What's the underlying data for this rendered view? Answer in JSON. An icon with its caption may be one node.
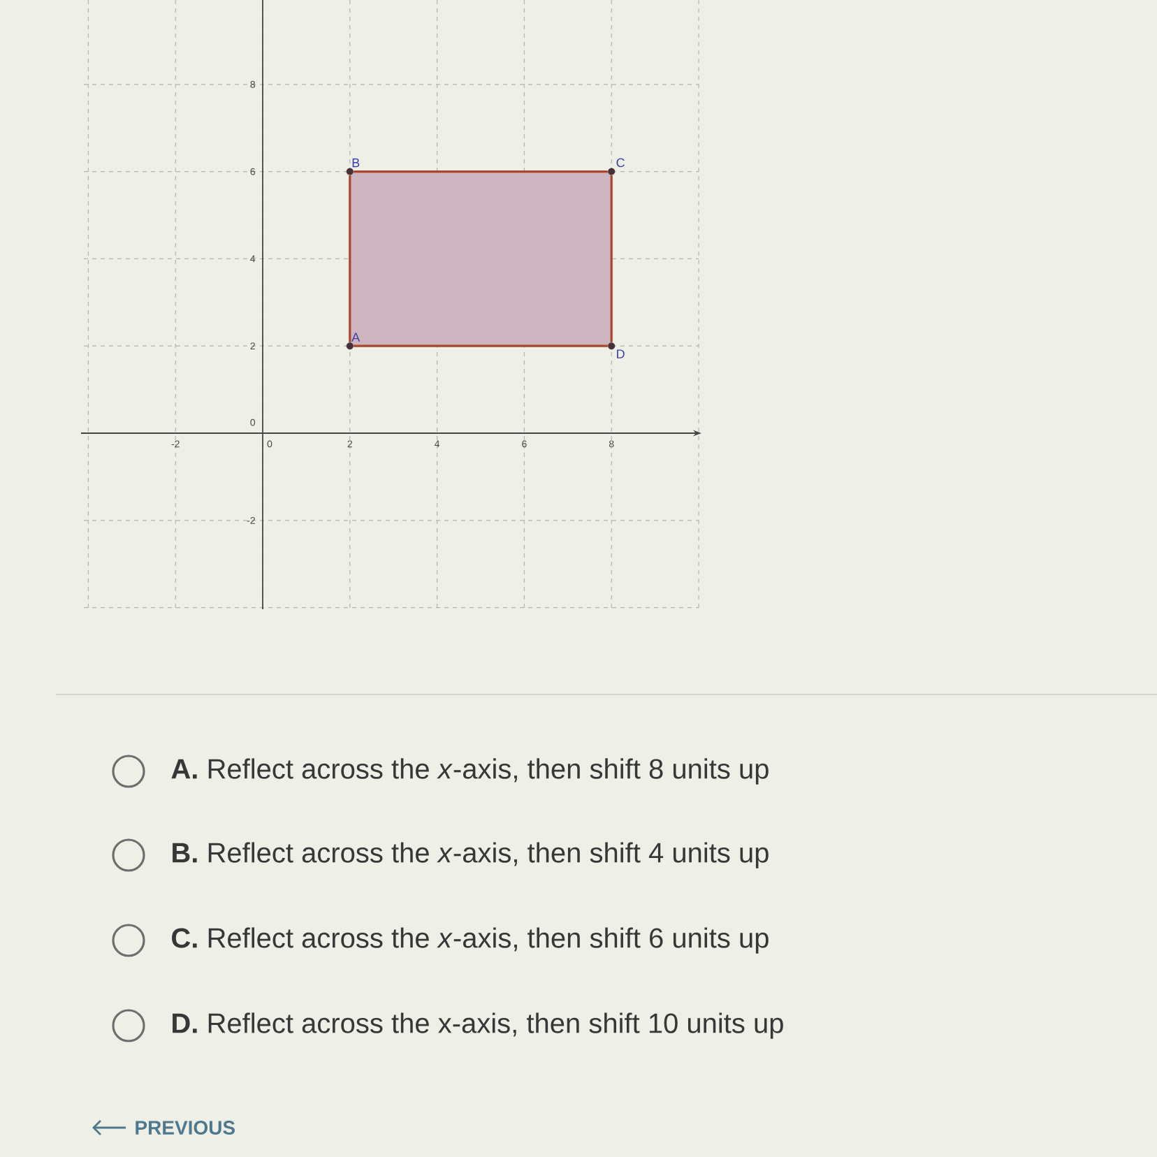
{
  "diagram": {
    "nodes": [
      {
        "text": [
          "A"
        ]
      },
      {
        "text": [
          "B"
        ]
      },
      {
        "text": [
          "C"
        ]
      },
      {
        "text": [
          "D"
        ]
      }
    ],
    "edges": [
      {
        "from": 0,
        "to": 1,
        "arrow": "none"
      },
      {
        "from": 1,
        "to": 2,
        "arrow": "none"
      },
      {
        "from": 2,
        "to": 3,
        "arrow": "none"
      },
      {
        "from": 3,
        "to": 0,
        "arrow": "none"
      }
    ],
    "labels": [
      "8",
      "6",
      "4",
      "2",
      "0",
      "-2",
      "0",
      "2",
      "4",
      "6",
      "8",
      "-2",
      "**A.** Reflect across the *x*-axis, then shift 8 units up",
      "**B.** Reflect across the *x*-axis, then shift 4 units up",
      "**C.** Reflect across the *x*-axis, then shift 6 units up",
      "**D.** Reflect across the x-axis, then shift 10 units up",
      "PREVIOUS"
    ]
  }
}
